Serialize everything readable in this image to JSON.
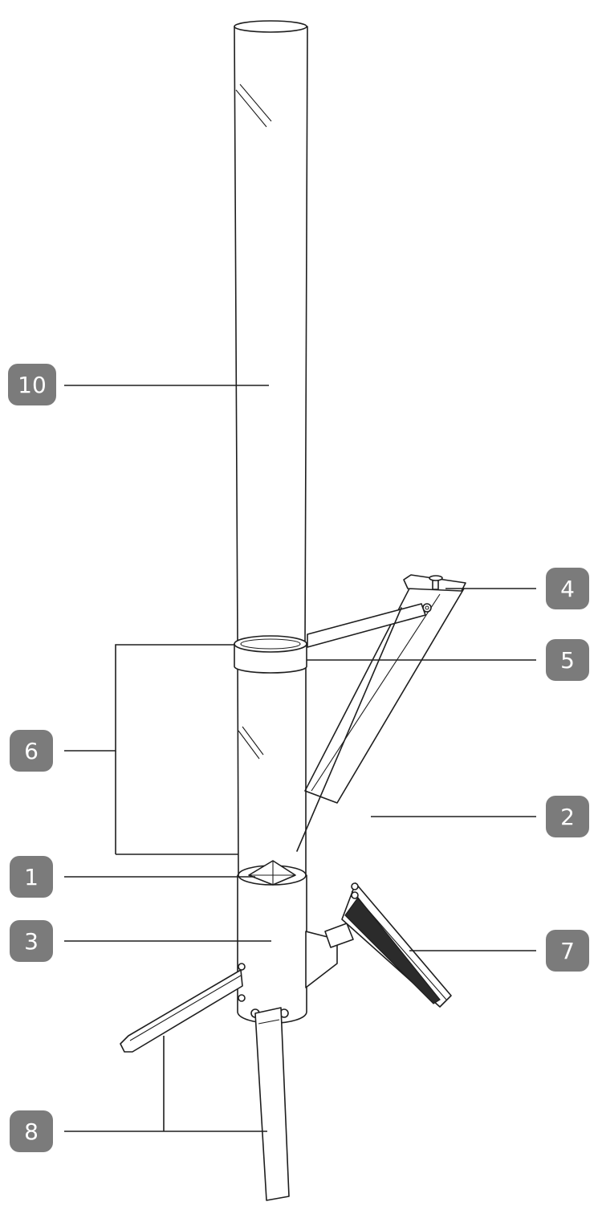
{
  "labels": [
    {
      "id": "label-10",
      "text": "10"
    },
    {
      "id": "label-4",
      "text": "4"
    },
    {
      "id": "label-5",
      "text": "5"
    },
    {
      "id": "label-6",
      "text": "6"
    },
    {
      "id": "label-2",
      "text": "2"
    },
    {
      "id": "label-1",
      "text": "1"
    },
    {
      "id": "label-3",
      "text": "3"
    },
    {
      "id": "label-7",
      "text": "7"
    },
    {
      "id": "label-8",
      "text": "8"
    }
  ],
  "colors": {
    "badge": "#7b7b7b",
    "line": "#1e1e1e",
    "background": "#ffffff"
  }
}
